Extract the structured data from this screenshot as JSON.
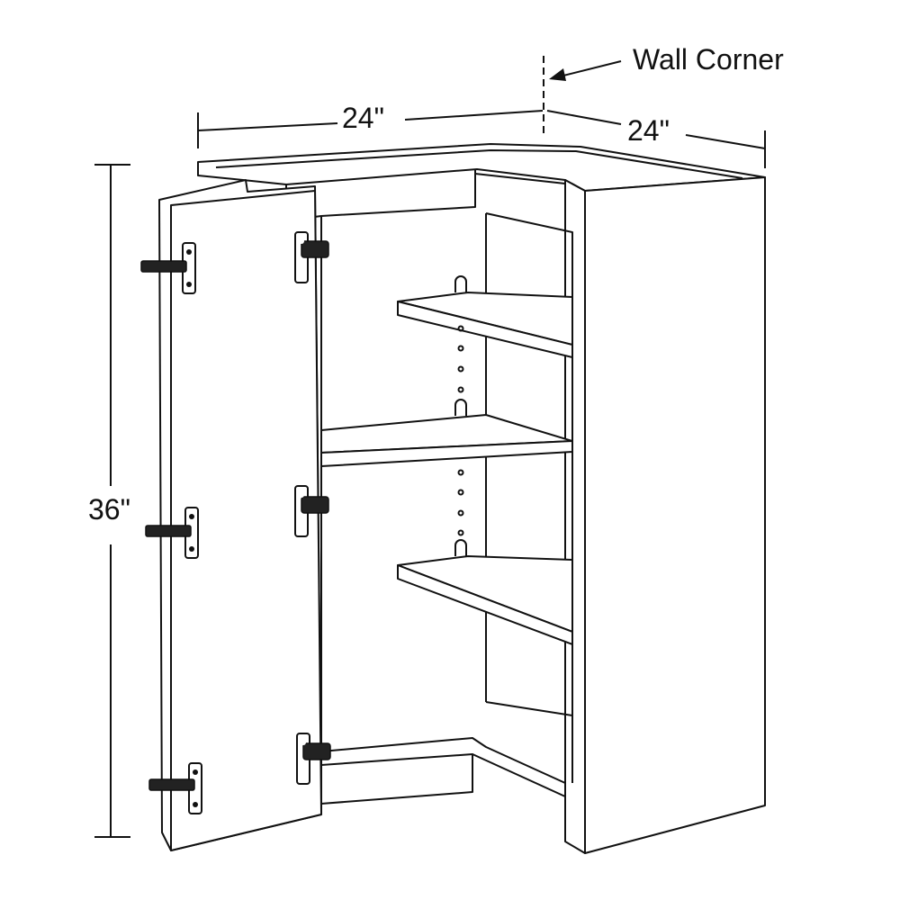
{
  "title": "Corner wall cabinet diagram",
  "labels": {
    "wall_corner": "Wall Corner",
    "width_left": "24\"",
    "width_right": "24\"",
    "height": "36\""
  },
  "colors": {
    "line": "#111111",
    "background": "#ffffff"
  }
}
